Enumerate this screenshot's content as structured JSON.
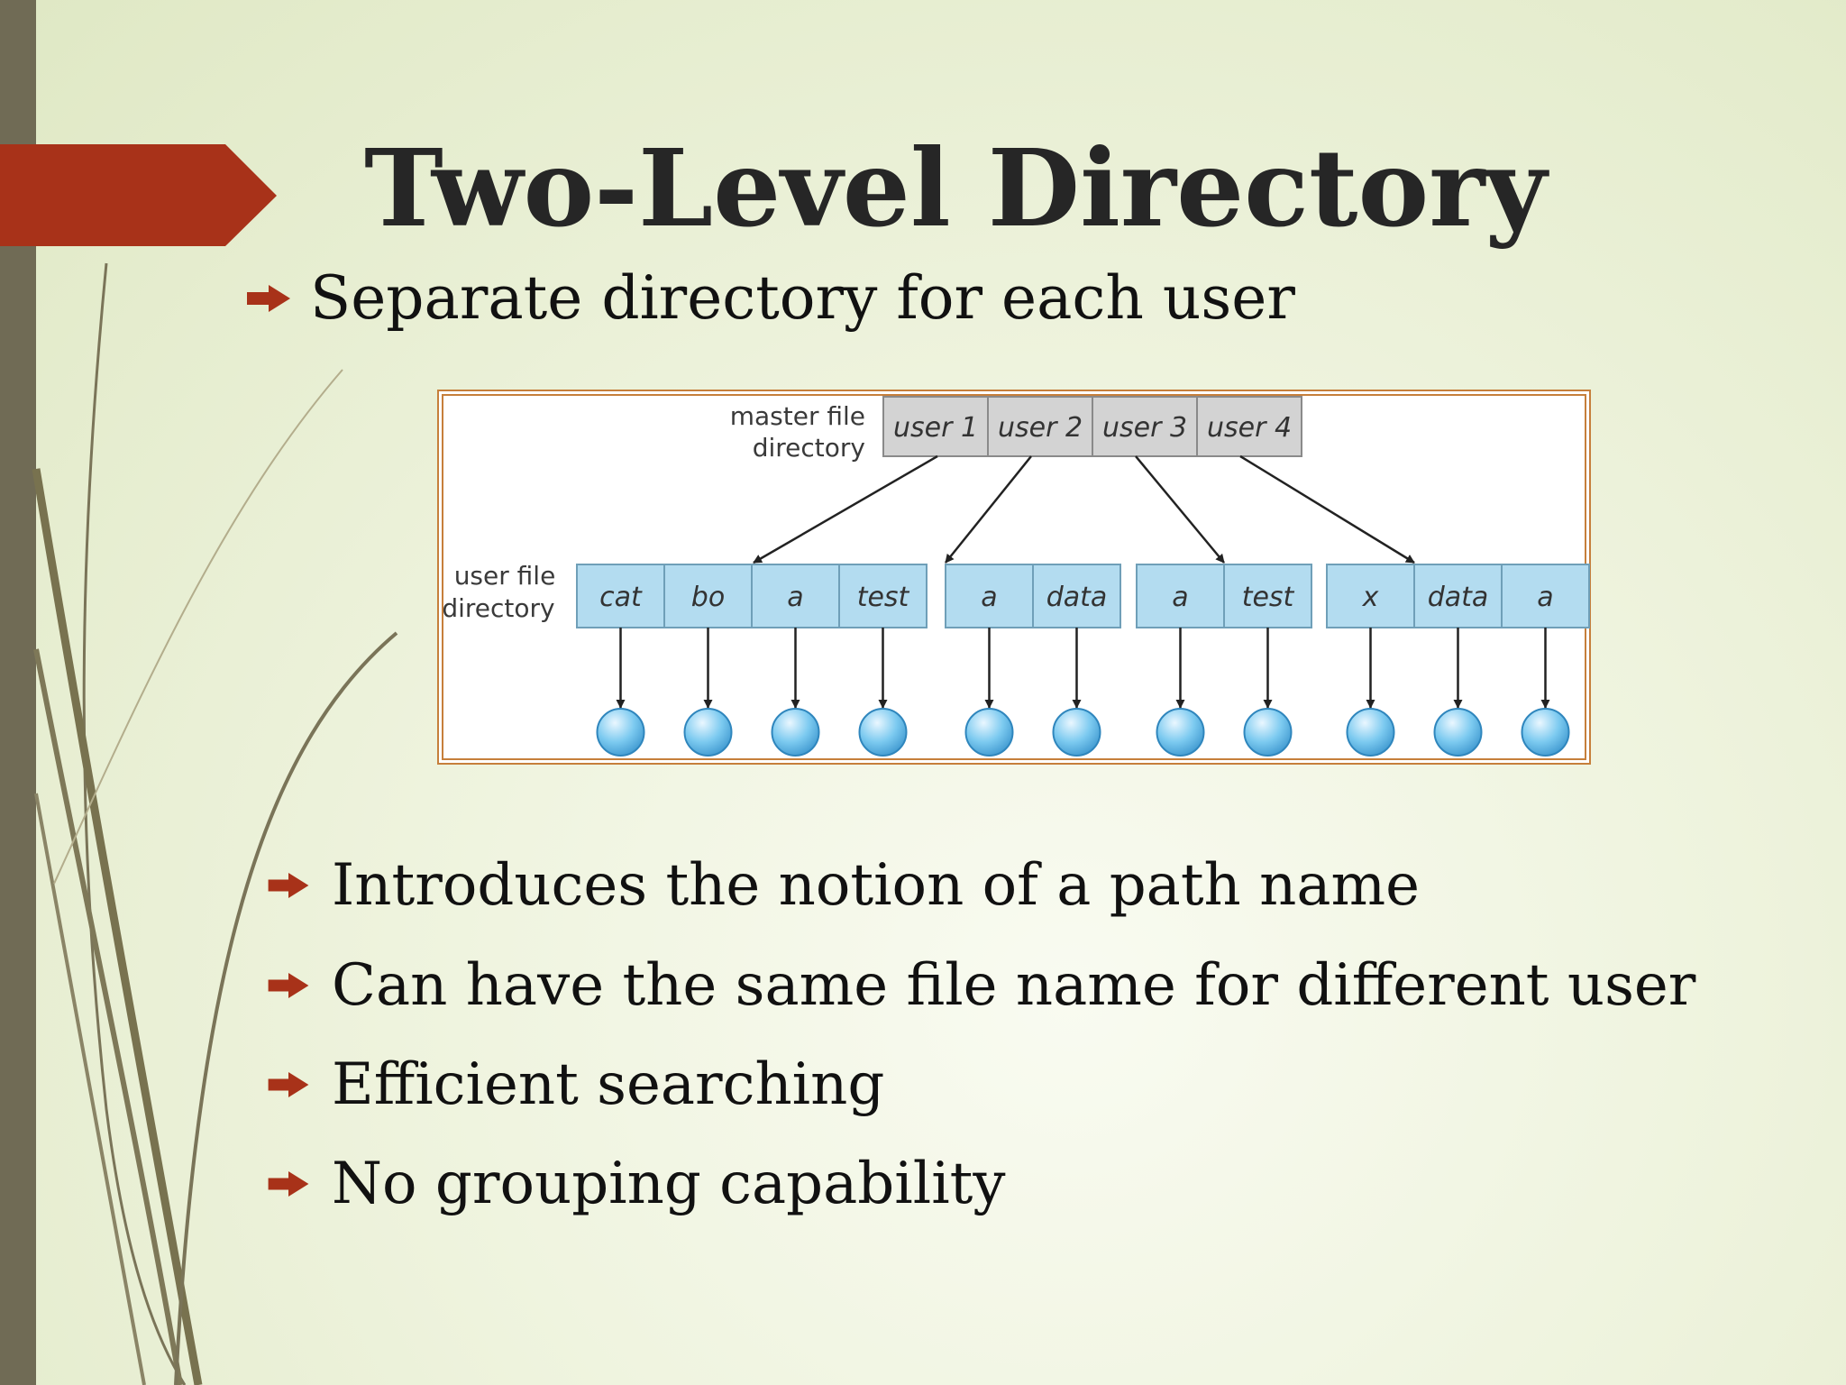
{
  "slide": {
    "title": "Two-Level Directory",
    "bullet_top": "Separate directory for each user",
    "bullets": [
      "Introduces the notion of a path name",
      "Can have the same file name for different user",
      "Efficient searching",
      "No grouping capability"
    ]
  },
  "colors": {
    "accent_arrow": "#a83219",
    "bullet_mark": "#a83219",
    "left_bar": "#706b55",
    "frame_border": "#c67f3b",
    "mfd_cell": "#d3d3d3",
    "ufd_cell": "#b3dcf0",
    "file_node": "#7ccaf0"
  },
  "diagram": {
    "mfd_label": [
      "master file",
      "directory"
    ],
    "ufd_label": [
      "user file",
      "directory"
    ],
    "mfd_entries": [
      "user 1",
      "user 2",
      "user 3",
      "user 4"
    ],
    "ufd_groups": [
      {
        "user": "user 1",
        "entries": [
          "cat",
          "bo",
          "a",
          "test"
        ]
      },
      {
        "user": "user 2",
        "entries": [
          "a",
          "data"
        ]
      },
      {
        "user": "user 3",
        "entries": [
          "a",
          "test"
        ]
      },
      {
        "user": "user 4",
        "entries": [
          "x",
          "data",
          "a"
        ]
      }
    ]
  }
}
